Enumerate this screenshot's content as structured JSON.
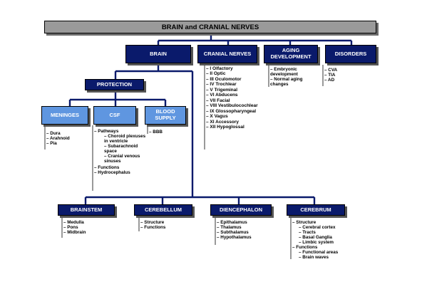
{
  "title": "BRAIN and CRANIAL NERVES",
  "top_nodes": {
    "brain": "BRAIN",
    "cranial_nerves": "CRANIAL NERVES",
    "aging_development": "AGING\nDEVELOPMENT",
    "disorders": "DISORDERS"
  },
  "protection": "PROTECTION",
  "protection_children": {
    "meninges": "MENINGES",
    "csf": "CSF",
    "blood_supply": "BLOOD\nSUPPLY"
  },
  "meninges_items": [
    "Dura",
    "Arahnoid",
    "Pia"
  ],
  "csf_items": {
    "pathways": "Pathways",
    "pathways_sub": [
      "Choroid plexuses in ventricle",
      "Subarachnoid space",
      "Cranial venous sinuses"
    ],
    "functions": "Functions",
    "hydrocephalus": "Hydrocephalus"
  },
  "blood_supply_items": [
    "BBB"
  ],
  "cranial_nerves_list": [
    "I Olfactory",
    "II Optic",
    "III Oculomotor",
    "IV Trochlear",
    "V Trigeminal",
    "VI Abducens",
    "VII Facial",
    "VIII Vestibulocochlear",
    "IX Glossopharyngeal",
    "X Vagus",
    "XI Accessory",
    "XII Hypoglossal"
  ],
  "aging_items": [
    "Embryonic development",
    "Normal aging changes"
  ],
  "disorders_items": [
    "CVA",
    "TIA",
    "AD"
  ],
  "bottom_nodes": {
    "brainstem": "BRAINSTEM",
    "cerebellum": "CEREBELLUM",
    "diencephalon": "DIENCEPHALON",
    "cerebrum": "CEREBRUM"
  },
  "brainstem_items": [
    "Medulla",
    "Pons",
    "Midbrain"
  ],
  "cerebellum_items": [
    "Structure",
    "Functions"
  ],
  "diencephalon_items": [
    "Epithalamus",
    "Thalamus",
    "Subthalamus",
    "Hypothalamus"
  ],
  "cerebrum_items": {
    "structure": "Structure",
    "structure_sub": [
      "Cerebral cortex",
      "Tracts",
      "Basal Ganglia",
      "Limbic system"
    ],
    "functions": "Functions",
    "functions_sub": [
      "Functional areas",
      "Brain waves"
    ]
  },
  "colors": {
    "dark_box": "#0a1a6b",
    "light_box": "#5f96e0",
    "title_bar": "#9a9a9a"
  }
}
